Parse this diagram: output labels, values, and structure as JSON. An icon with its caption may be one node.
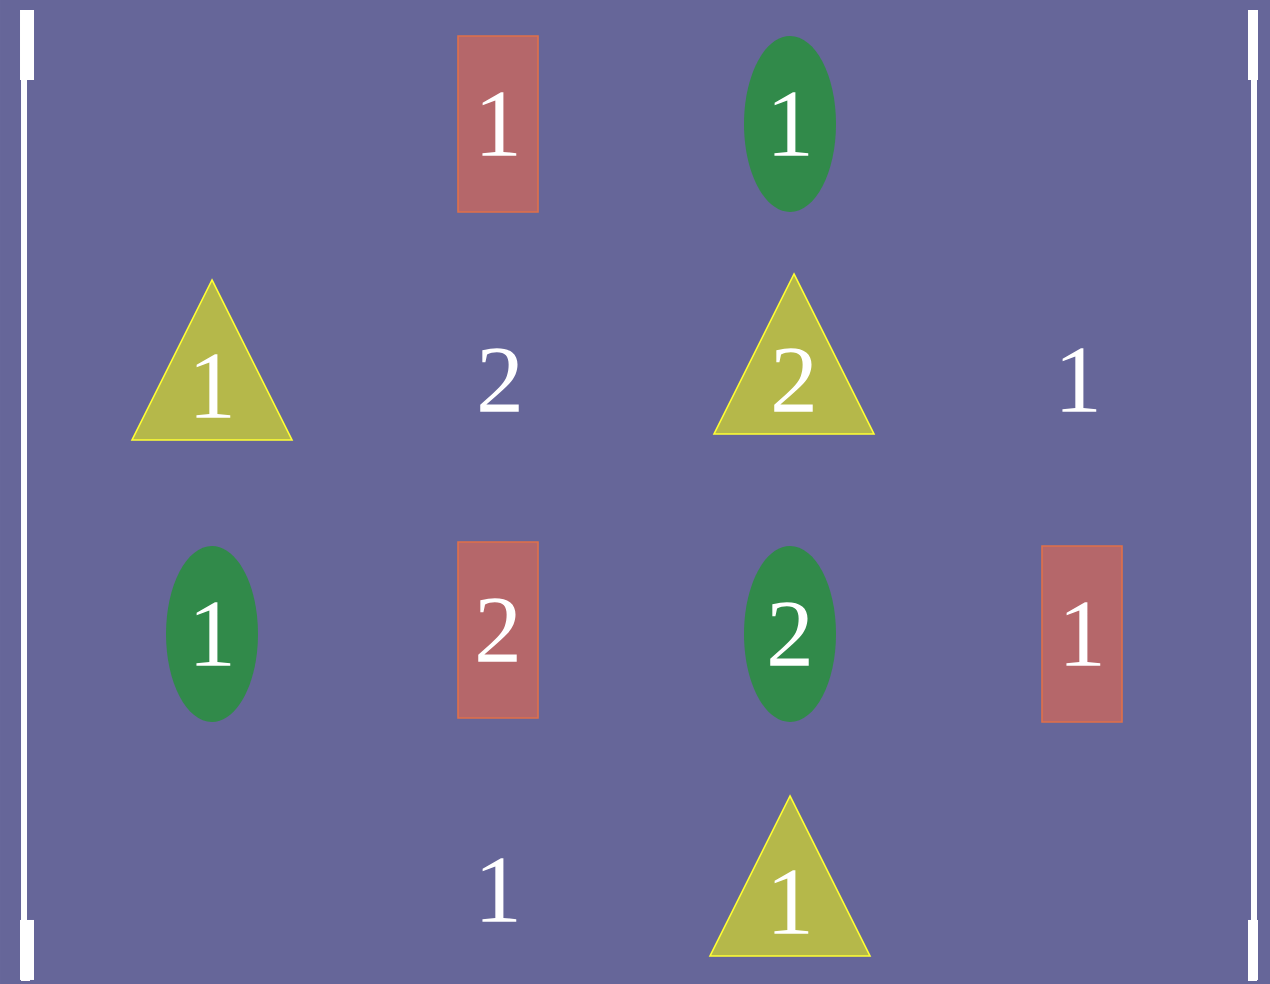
{
  "diagram": {
    "nodes": [
      {
        "text": [
          "1"
        ]
      },
      {
        "text": [
          "1"
        ]
      },
      {
        "text": [
          "1"
        ]
      },
      {
        "text": [
          "2"
        ]
      },
      {
        "text": [
          "1"
        ]
      },
      {
        "text": [
          "2"
        ]
      },
      {
        "text": [
          "2"
        ]
      },
      {
        "text": [
          "1"
        ]
      },
      {
        "text": [
          "1"
        ]
      }
    ],
    "labels": [
      "2",
      "1",
      "1"
    ]
  }
}
